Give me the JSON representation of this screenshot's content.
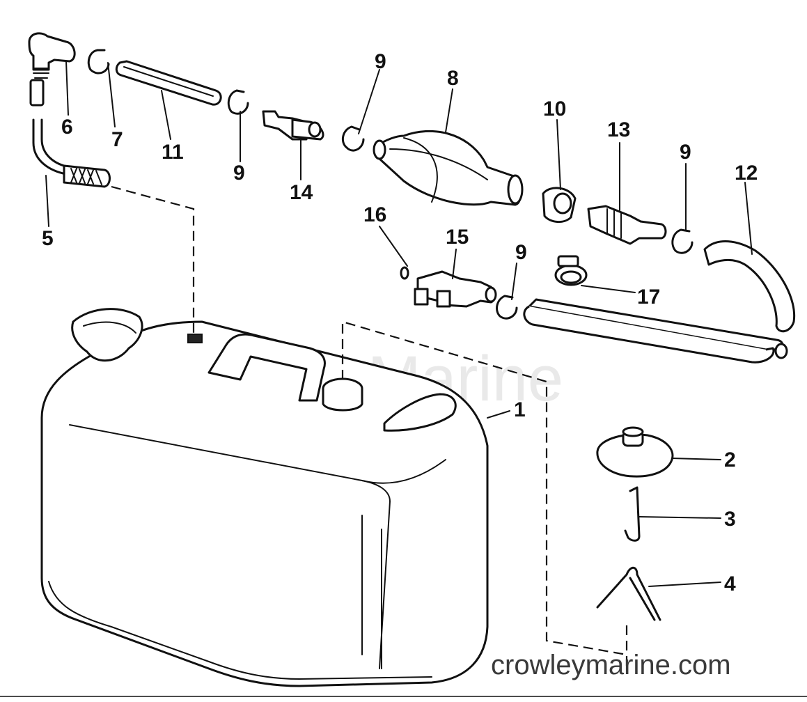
{
  "watermark": "Crowley Marine",
  "website": "crowleymarine.com",
  "part_labels": [
    "1",
    "2",
    "3",
    "4",
    "5",
    "6",
    "7",
    "8",
    "9",
    "9",
    "9",
    "9",
    "10",
    "11",
    "12",
    "13",
    "14",
    "15",
    "16",
    "17"
  ]
}
